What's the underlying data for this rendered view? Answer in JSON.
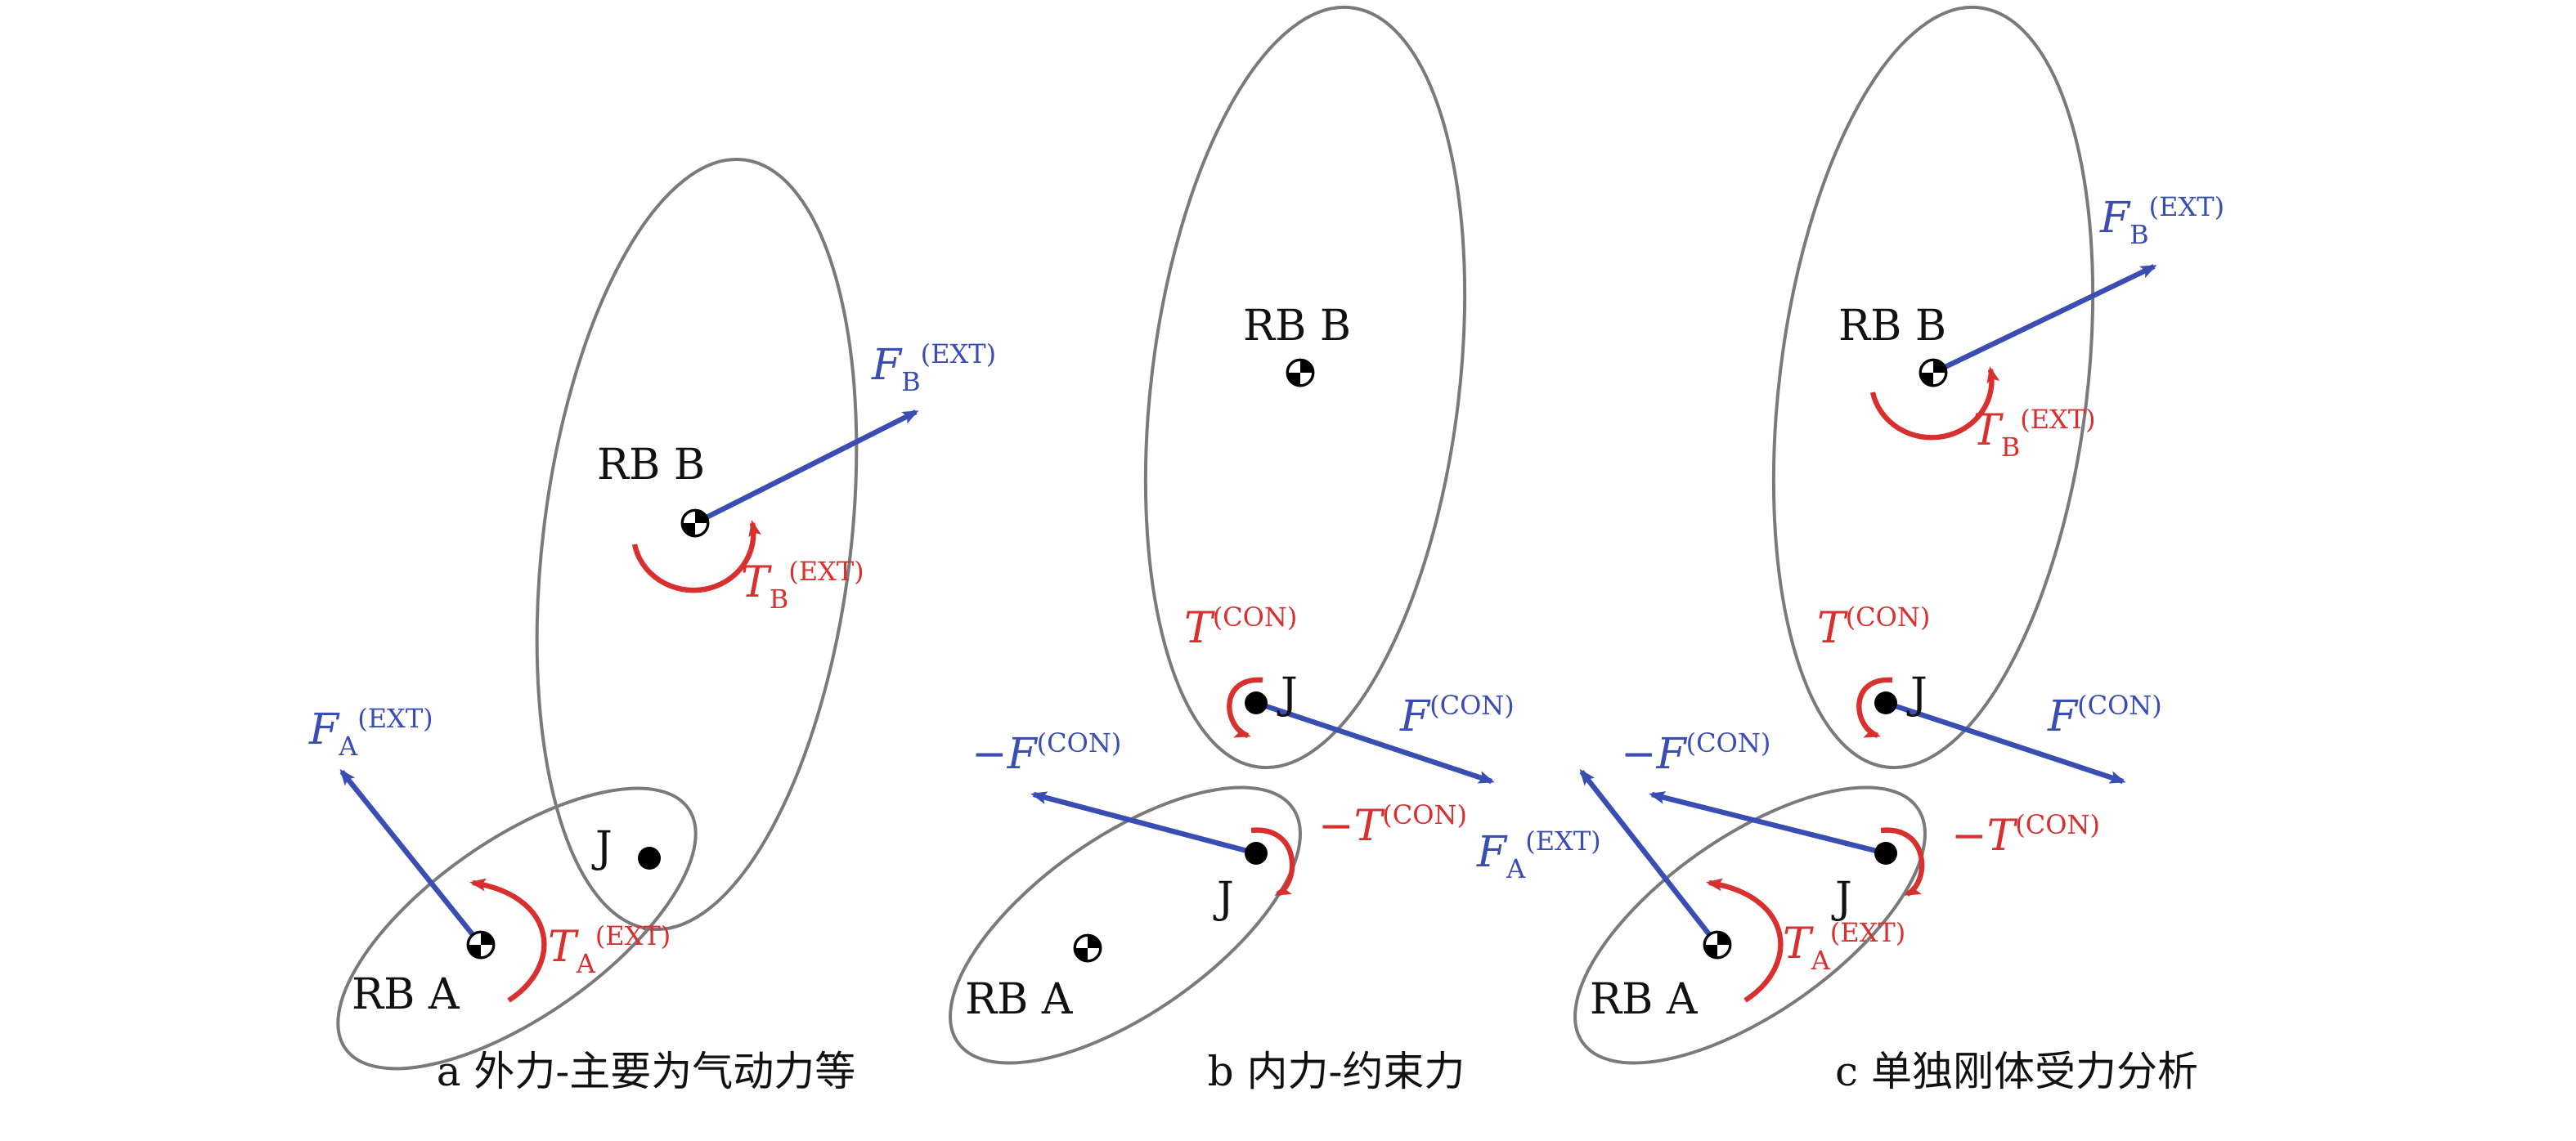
{
  "panels": [
    {
      "caption": "a 外力-主要为气动力等",
      "rb_a": "RB A",
      "rb_b": "RB B",
      "joint": "J",
      "f_b": {
        "main": "F",
        "sub": "B",
        "sup": "(EXT)"
      },
      "t_b": {
        "main": "T",
        "sub": "B",
        "sup": "(EXT)"
      },
      "f_a": {
        "main": "F",
        "sub": "A",
        "sup": "(EXT)"
      },
      "t_a": {
        "main": "T",
        "sub": "A",
        "sup": "(EXT)"
      }
    },
    {
      "caption": "b 内力-约束力",
      "rb_a": "RB A",
      "rb_b": "RB B",
      "joint": "J",
      "t_con": {
        "main": "T",
        "sup": "(CON)"
      },
      "f_con": {
        "main": "F",
        "sup": "(CON)"
      },
      "neg_f_con": {
        "sign": "−",
        "main": "F",
        "sup": "(CON)"
      },
      "neg_t_con": {
        "sign": "−",
        "main": "T",
        "sup": "(CON)"
      }
    },
    {
      "caption": "c 单独刚体受力分析",
      "rb_a": "RB A",
      "rb_b": "RB B",
      "joint": "J",
      "f_b": {
        "main": "F",
        "sub": "B",
        "sup": "(EXT)"
      },
      "t_b": {
        "main": "T",
        "sub": "B",
        "sup": "(EXT)"
      },
      "f_a": {
        "main": "F",
        "sub": "A",
        "sup": "(EXT)"
      },
      "t_a": {
        "main": "T",
        "sub": "A",
        "sup": "(EXT)"
      },
      "t_con": {
        "main": "T",
        "sup": "(CON)"
      },
      "f_con": {
        "main": "F",
        "sup": "(CON)"
      },
      "neg_f_con": {
        "sign": "−",
        "main": "F",
        "sup": "(CON)"
      },
      "neg_t_con": {
        "sign": "−",
        "main": "T",
        "sup": "(CON)"
      }
    }
  ],
  "colors": {
    "force": "#3a4db3",
    "torque": "#d8302f",
    "body_outline": "#7a7a7a"
  }
}
